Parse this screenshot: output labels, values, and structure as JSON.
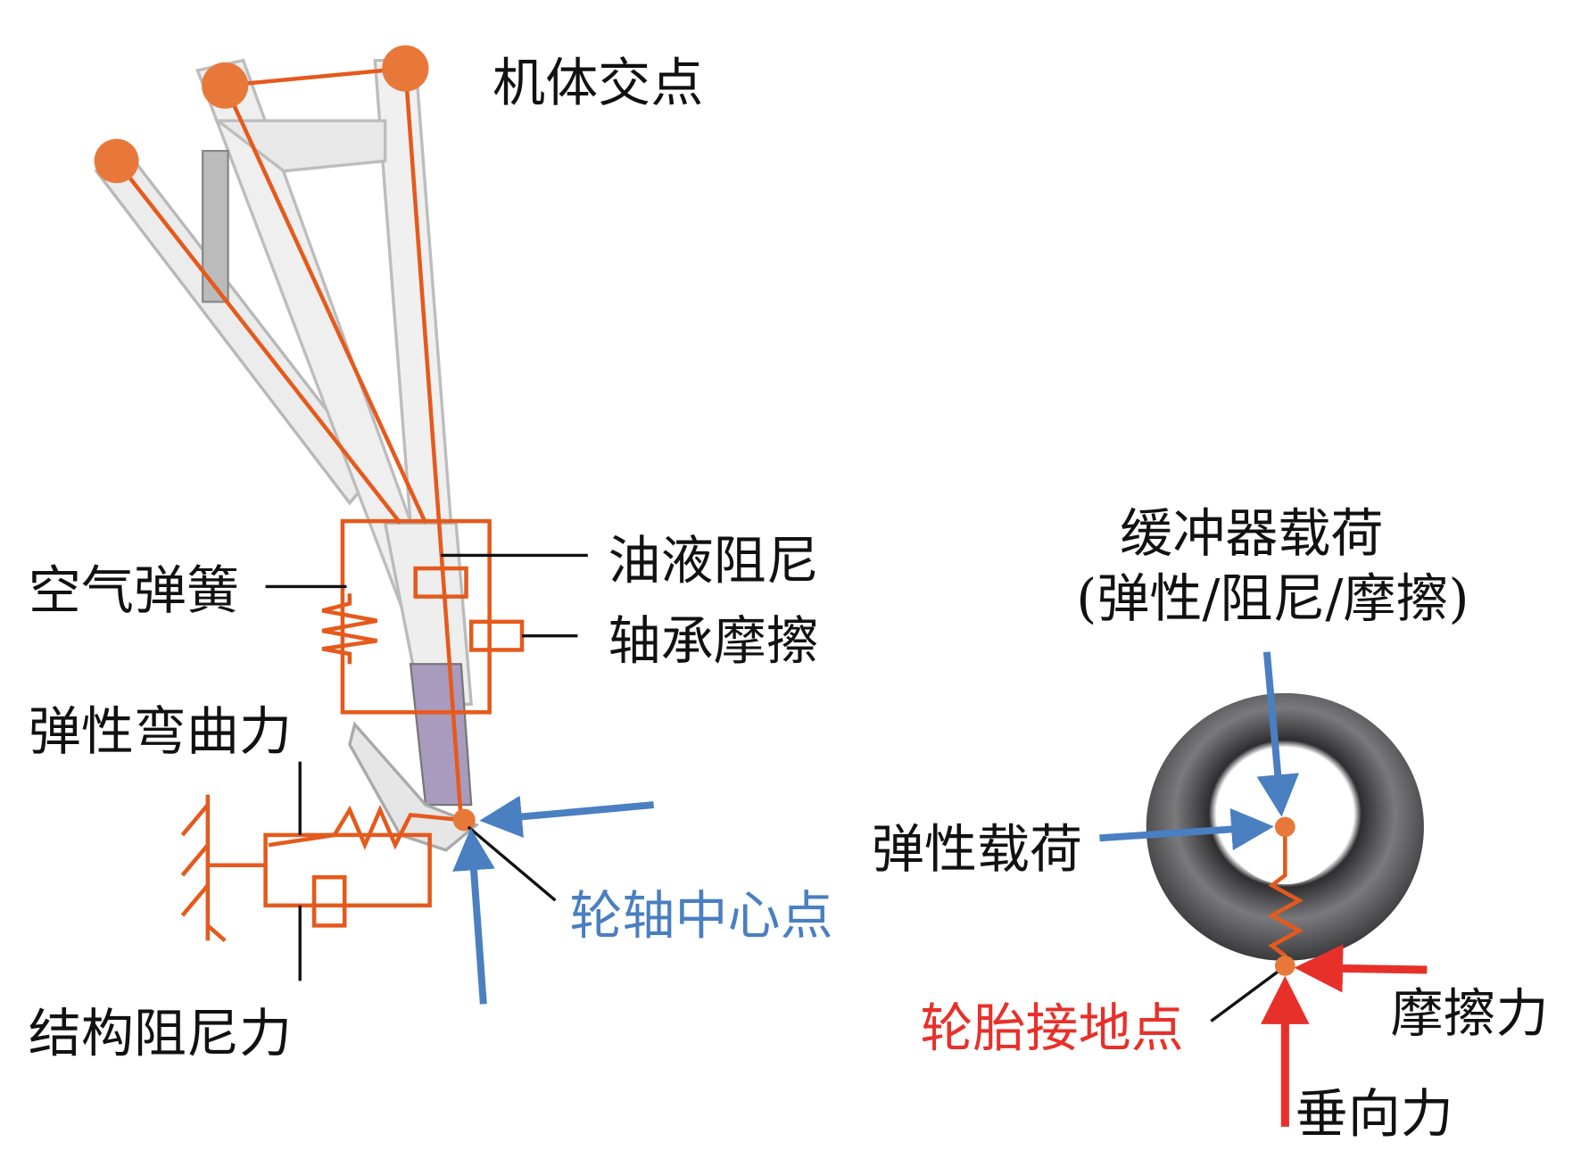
{
  "labels": {
    "airframe_joint": "机体交点",
    "air_spring": "空气弹簧",
    "oil_damping": "油液阻尼",
    "bearing_friction": "轴承摩擦",
    "elastic_bending": "弹性弯曲力",
    "structural_damping": "结构阻尼力",
    "axle_center": "轮轴中心点",
    "shock_absorber_load": "缓冲器载荷",
    "shock_absorber_load_detail": "(弹性/阻尼/摩擦)",
    "elastic_load": "弹性载荷",
    "tire_contact": "轮胎接地点",
    "friction_force": "摩擦力",
    "vertical_force": "垂向力"
  },
  "colors": {
    "model_orange": "#e55a1c",
    "joint_orange": "#e8783a",
    "axle_blue": "#4a7fc1",
    "contact_red": "#e8302a",
    "tire_gray": "#4a4a4c"
  }
}
